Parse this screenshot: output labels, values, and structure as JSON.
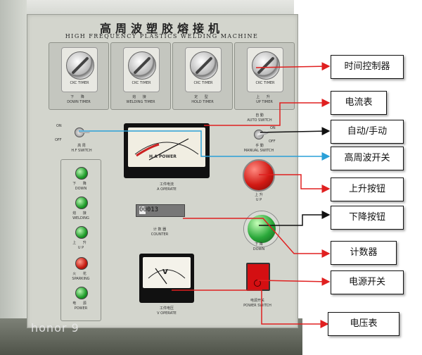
{
  "machine": {
    "title_zh": "高周波塑胶熔接机",
    "title_en": "HIGH FREQUENCY PLASTICS WELDING MACHINE"
  },
  "timers": [
    {
      "zh": "下 降",
      "en": "DOWN TIMER",
      "brand": "CKC TIMER"
    },
    {
      "zh": "熔 接",
      "en": "WELDING TIMER",
      "brand": "CKC TIMER"
    },
    {
      "zh": "定 型",
      "en": "HOLD TIMER",
      "brand": "CKC TIMER"
    },
    {
      "zh": "上 升",
      "en": "UP TIMER",
      "brand": "CKC TIMER"
    }
  ],
  "hf_switch": {
    "on": "ON",
    "off": "OFF",
    "zh": "高 周",
    "en": "H.F SWITCH"
  },
  "auto_switch": {
    "zh": "自 動",
    "en": "AUTO SWITCH",
    "on": "ON",
    "off": "OFF",
    "manual_zh": "手 動",
    "manual_en": "MANUAL SWITCH"
  },
  "ammeter": {
    "label": "H.A POWER",
    "zh": "工件电流",
    "en": "A OPERATE"
  },
  "counter": {
    "digits": "00013",
    "zh": "计 数 器",
    "en": "COUNTER"
  },
  "voltmeter": {
    "unit": "V",
    "zh": "工件电压",
    "en": "V OPERATE"
  },
  "indicators": [
    {
      "zh": "下 降",
      "en": "DOWN",
      "color": "green"
    },
    {
      "zh": "熔 接",
      "en": "WELDING",
      "color": "green"
    },
    {
      "zh": "上 升",
      "en": "U P",
      "color": "green"
    },
    {
      "zh": "火 花",
      "en": "SPARKING",
      "color": "red"
    },
    {
      "zh": "电 源",
      "en": "POWER",
      "color": "green"
    }
  ],
  "up_button": {
    "zh": "上 升",
    "en": "U P"
  },
  "down_button": {
    "zh": "下 降",
    "en": "DOWN"
  },
  "power_switch": {
    "zh": "电源开关",
    "en": "POWER SWITCH"
  },
  "callouts": {
    "timer_controller": "时间控制器",
    "ammeter": "电流表",
    "auto_manual": "自动/手动",
    "hf_switch": "高周波开关",
    "up_button": "上升按钮",
    "down_button": "下降按钮",
    "counter": "计数器",
    "power_switch": "电源开关",
    "voltmeter": "电压表"
  },
  "colors": {
    "leader_red": "#e02020",
    "leader_blue": "#2aa0d8",
    "leader_black": "#111111"
  },
  "watermark": "honor 9"
}
